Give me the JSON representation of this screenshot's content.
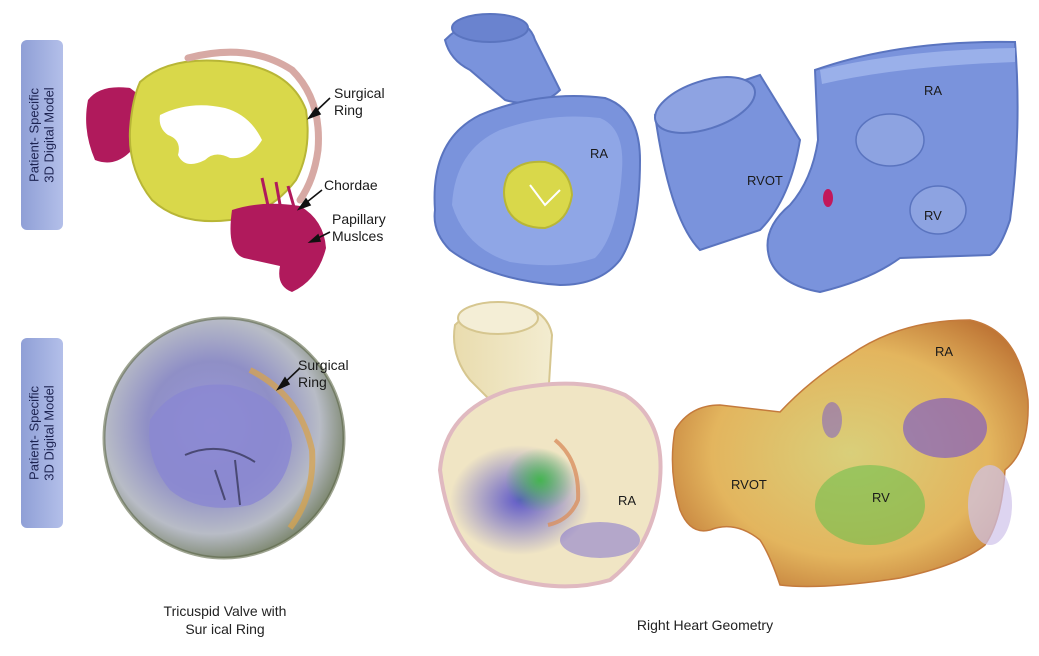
{
  "side_labels": [
    {
      "line1": "Patient- Specific",
      "line2": "3D Digital Model"
    },
    {
      "line1": "Patient- Specific",
      "line2": "3D Digital Model"
    }
  ],
  "top_left": {
    "surgical_ring": {
      "line1": "Surgical",
      "line2": "Ring"
    },
    "chordae": "Chordae",
    "papillary": {
      "line1": "Papillary",
      "line2": "Muslces"
    }
  },
  "top_mid": {
    "ra": "RA"
  },
  "top_right": {
    "ra": "RA",
    "rvot": "RVOT",
    "rv": "RV"
  },
  "bottom_left": {
    "surgical_ring": {
      "line1": "Surgical",
      "line2": "Ring"
    }
  },
  "bottom_mid": {
    "ra": "RA"
  },
  "bottom_right": {
    "ra": "RA",
    "rvot": "RVOT",
    "rv": "RV"
  },
  "captions": {
    "left": {
      "line1": "Tricuspid Valve with",
      "line2": "Sur ical Ring"
    },
    "right": "Right Heart Geometry"
  },
  "colors": {
    "valve_yellow": "#d9d84a",
    "muscle_magenta": "#b01a5c",
    "ring_pink": "#d7a9a4",
    "heart_blue": "#7a93dc",
    "tab_blue": "#a3b1e3"
  }
}
